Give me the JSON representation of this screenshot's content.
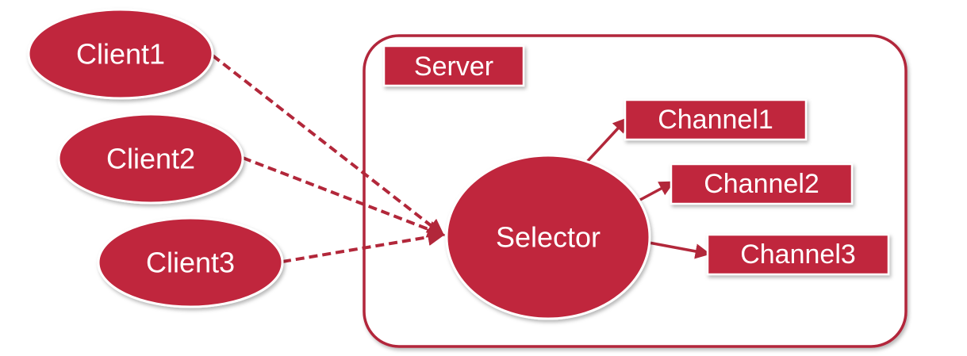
{
  "colors": {
    "fill": "#c0283c",
    "stroke": "#b2273a",
    "text": "#ffffff",
    "background": "#ffffff",
    "shadow": "#000000"
  },
  "server": {
    "label": "Server"
  },
  "selector": {
    "label": "Selector"
  },
  "clients": [
    {
      "label": "Client1"
    },
    {
      "label": "Client2"
    },
    {
      "label": "Client3"
    }
  ],
  "channels": [
    {
      "label": "Channel1"
    },
    {
      "label": "Channel2"
    },
    {
      "label": "Channel3"
    }
  ]
}
